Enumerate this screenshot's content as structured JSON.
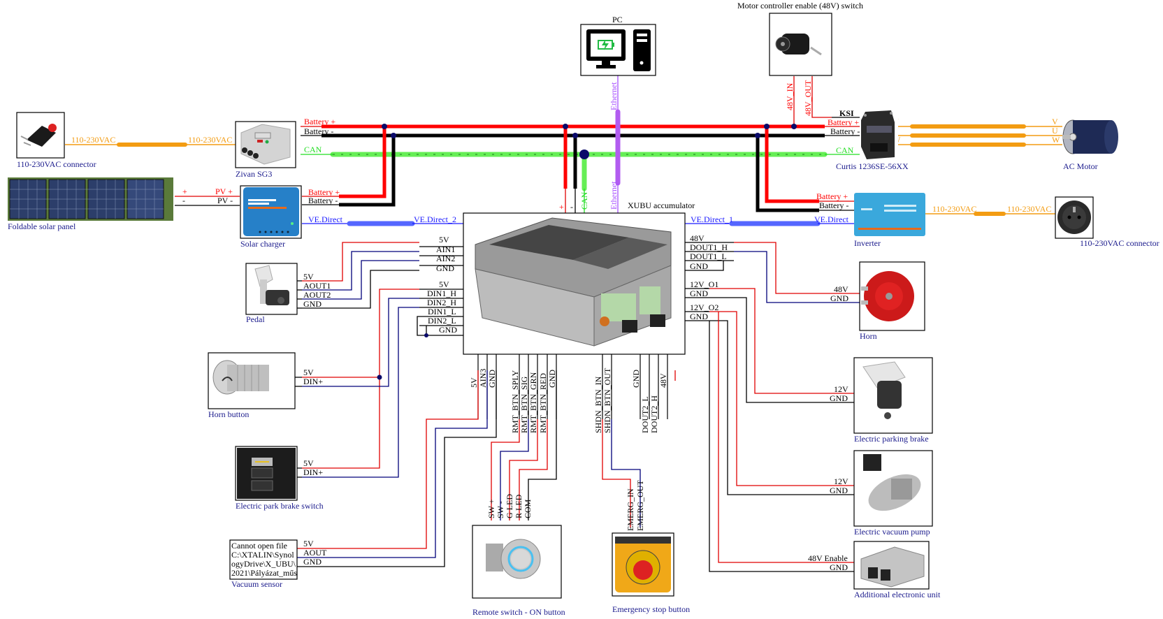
{
  "components": {
    "pc": {
      "caption": "PC"
    },
    "motor_switch": {
      "caption": "Motor controller enable (48V) switch",
      "pins": [
        "48V_IN",
        "48V_OUT"
      ]
    },
    "ac_connector_left": {
      "caption": "110-230VAC connector"
    },
    "zivan": {
      "caption": "Zivan SG3"
    },
    "solar_panel": {
      "caption": "Foldable solar panel"
    },
    "solar_charger": {
      "caption": "Solar charger"
    },
    "curtis": {
      "caption": "Curtis 1236SE-56XX",
      "ksi": "KSI"
    },
    "ac_motor": {
      "caption": "AC Motor"
    },
    "inverter": {
      "caption": "Inverter"
    },
    "ac_connector_right": {
      "caption": "110-230VAC connector"
    },
    "xubu": {
      "caption": "XUBU accumulator"
    },
    "pedal": {
      "caption": "Pedal",
      "pins": [
        "5V",
        "AOUT1",
        "AOUT2",
        "GND"
      ]
    },
    "horn_button": {
      "caption": "Horn button",
      "pins": [
        "5V",
        "DIN+"
      ]
    },
    "epb_switch": {
      "caption": "Electric park brake switch",
      "pins": [
        "5V",
        "DIN+"
      ]
    },
    "vacuum_sensor": {
      "caption": "Vacuum sensor",
      "pins": [
        "5V",
        "AOUT",
        "GND"
      ],
      "error_lines": [
        "Cannot open file",
        "C:\\XTALIN\\Synol",
        "ogyDrive\\X_UBU\\",
        "2021\\Pályázat_műs"
      ]
    },
    "remote_switch": {
      "caption": "Remote switch - ON button",
      "pins": [
        "SW +",
        "SW -",
        "G LED",
        "R LED",
        "COM"
      ]
    },
    "estop": {
      "caption": "Emergency stop button",
      "pins": [
        "EMERG_IN",
        "EMERG_OUT"
      ]
    },
    "horn": {
      "caption": "Horn",
      "pins": [
        "48V",
        "GND"
      ]
    },
    "parking_brake": {
      "caption": "Electric parking brake",
      "pins": [
        "12V",
        "GND"
      ]
    },
    "vacuum_pump": {
      "caption": "Electric vacuum pump",
      "pins": [
        "12V",
        "GND"
      ]
    },
    "ecu": {
      "caption": "Additional electronic unit",
      "pins": [
        "48V Enable",
        "GND"
      ]
    }
  },
  "xubu_pins": {
    "left_top": [
      "5V",
      "AIN1",
      "AIN2",
      "GND"
    ],
    "left_bottom": [
      "5V",
      "DIN1_H",
      "DIN2_H",
      "DIN1_L",
      "DIN2_L",
      "GND"
    ],
    "right_top": [
      "48V",
      "DOUT1_H",
      "DOUT1_L",
      "GND"
    ],
    "right_mid": [
      "12V_O1",
      "GND",
      "12V_O2",
      "GND"
    ],
    "bottom": [
      "5V",
      "AIN3",
      "GND",
      "RMT_BTN_SPLY",
      "RMT_BTN_SIG",
      "RMT_BTN_GRN",
      "RMT_BTN_RED",
      "GND",
      "SHDN_BTN_IN",
      "SHDN_BTN_OUT",
      "GND",
      "DOUT2_L",
      "DOUT2_H",
      "48V"
    ],
    "top": [
      "+",
      "-",
      "CAN",
      "Ethernet"
    ]
  },
  "wires": {
    "battery_plus": "Battery +",
    "battery_minus": "Battery -",
    "can": "CAN",
    "ethernet": "Ethernet",
    "vac": "110-230VAC",
    "pv_plus": "PV +",
    "pv_minus": "PV -",
    "plus": "+",
    "minus": "-",
    "ve_direct": "VE.Direct",
    "ve_direct_1": "VE.Direct_1",
    "ve_direct_2": "VE.Direct_2",
    "phase_v": "V",
    "phase_u": "U",
    "phase_w": "W"
  },
  "colors": {
    "power_plus": "#ff0000",
    "power_minus": "#000000",
    "can": "#66ee55",
    "ve_direct": "#5566ff",
    "ethernet": "#b25cf0",
    "ac": "#f39c12",
    "signal": "#00007a",
    "caption": "#1a1a8c"
  }
}
